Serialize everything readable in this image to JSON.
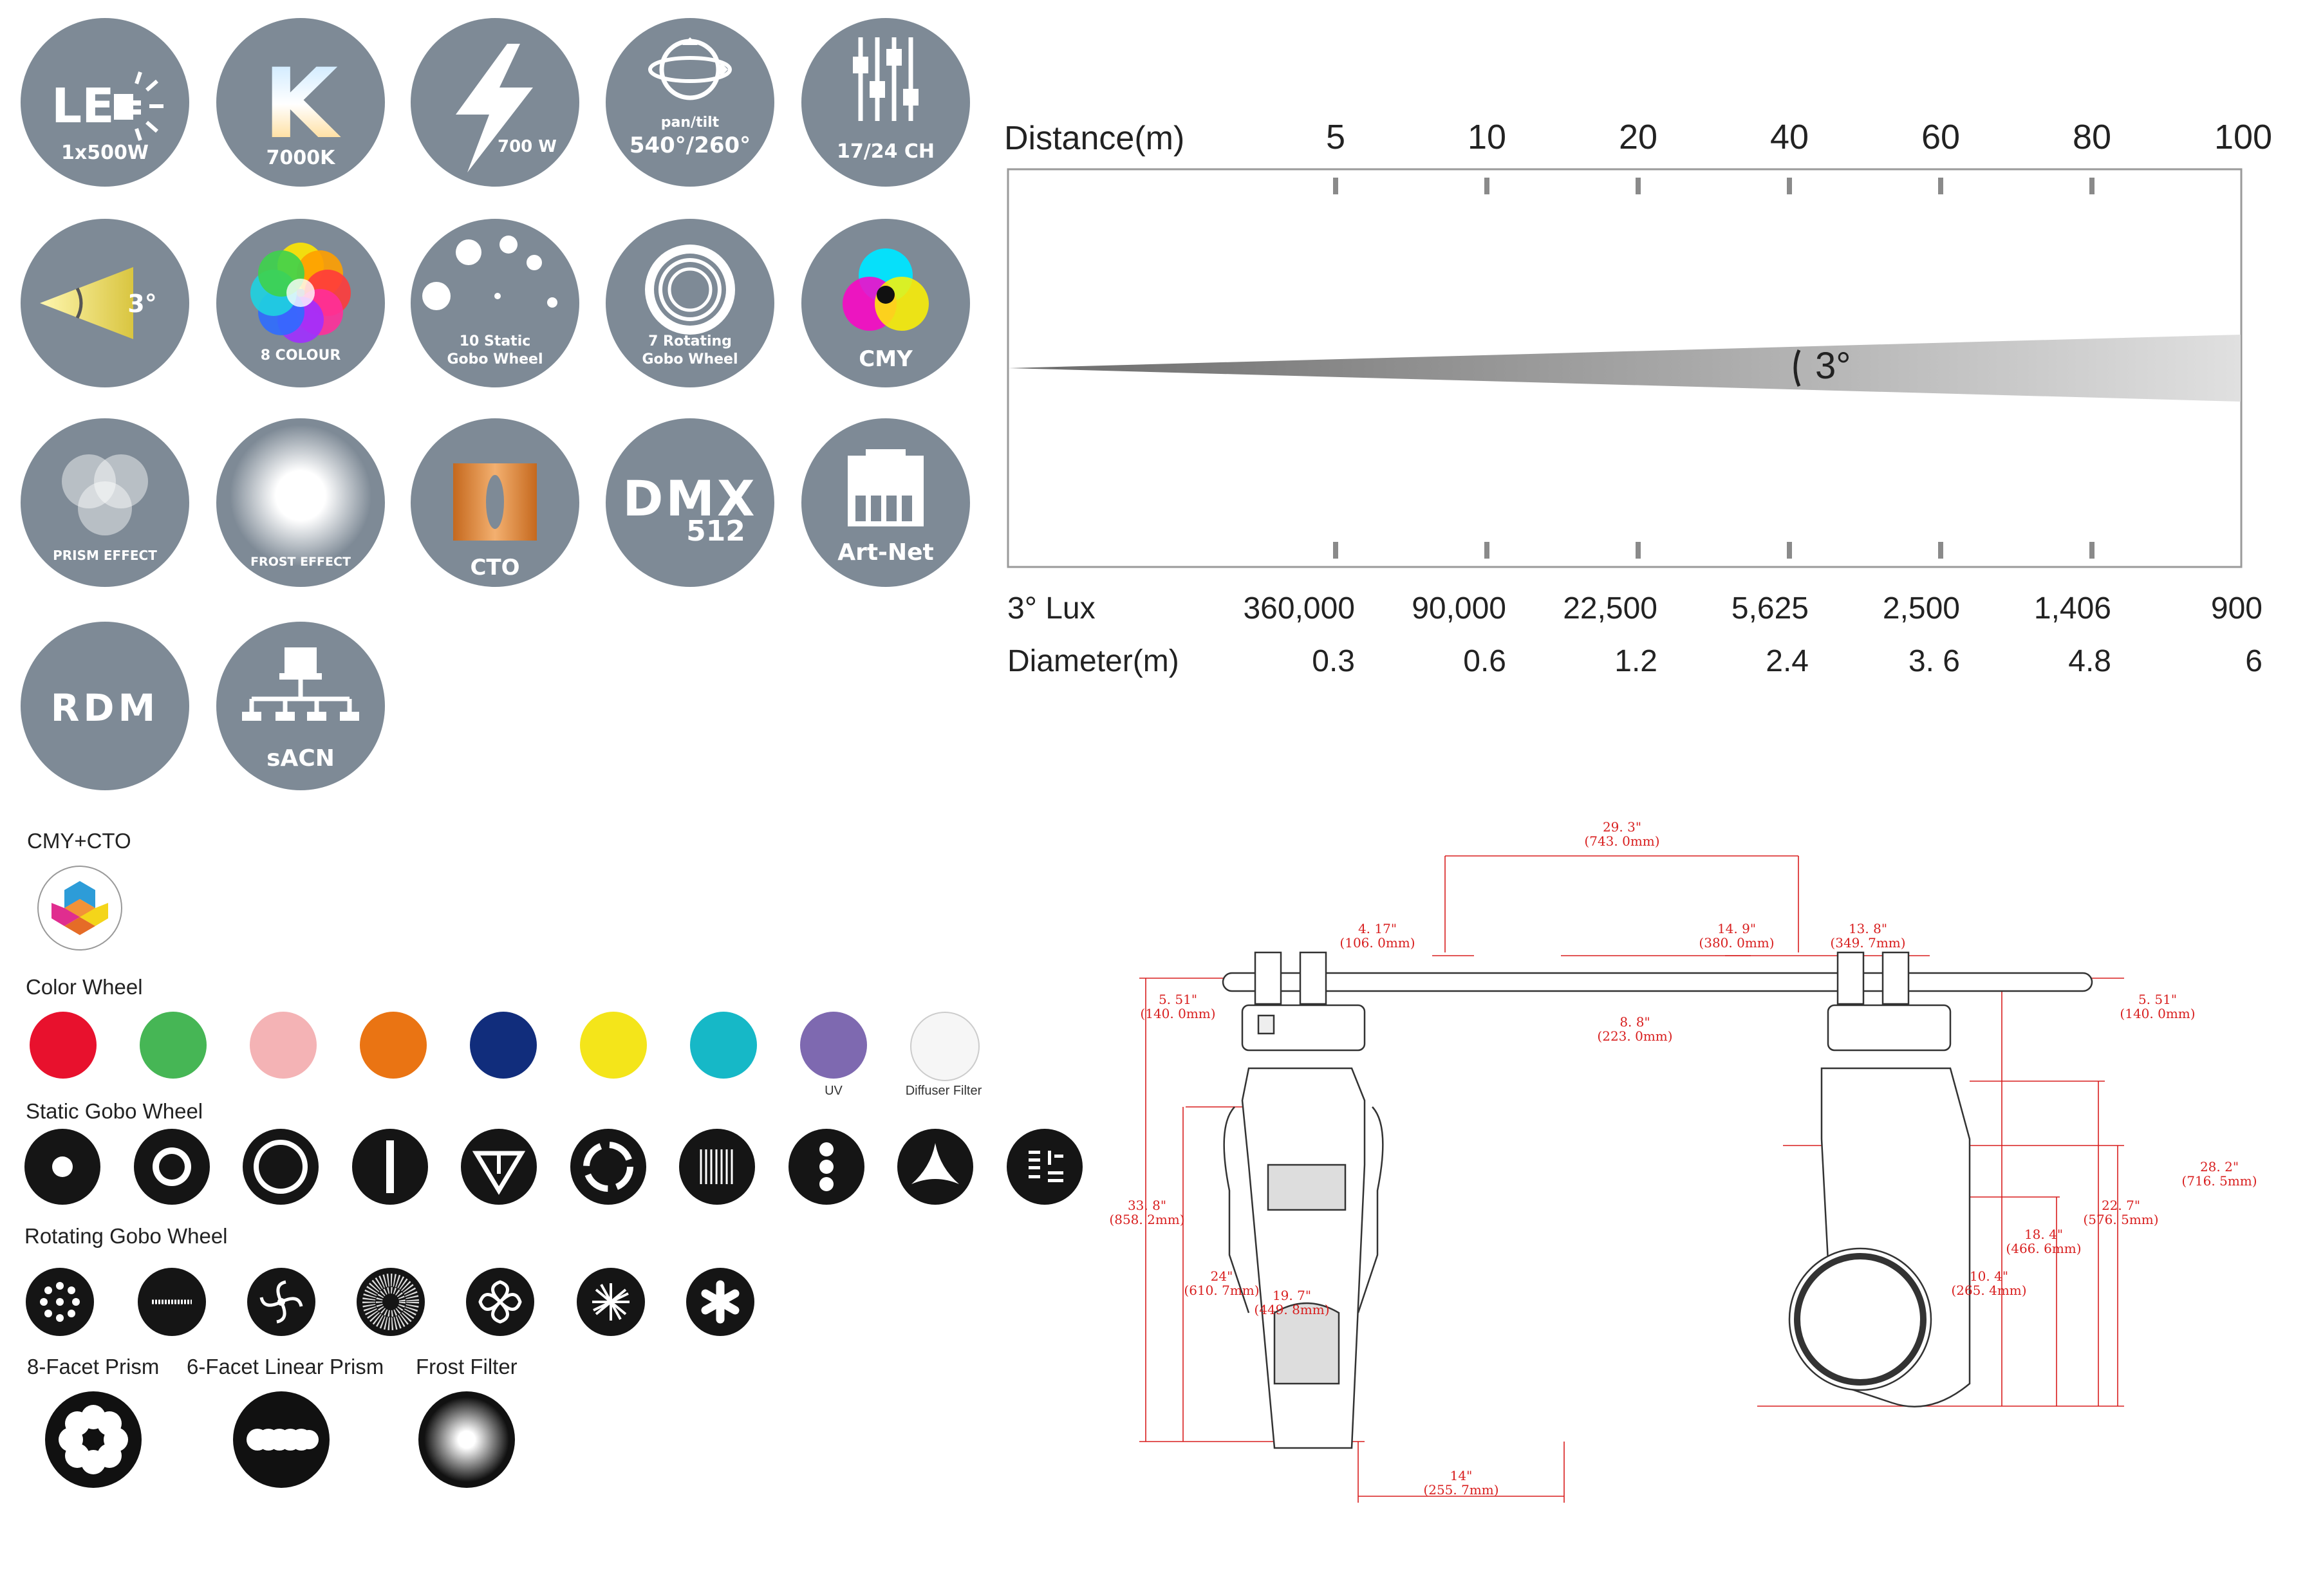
{
  "feature_icons": [
    {
      "label": "1x500W",
      "icon": "led-icon",
      "main_text": "LE"
    },
    {
      "label": "7000K",
      "icon": "color-temperature-icon",
      "main_text": "K"
    },
    {
      "label": "700 W",
      "icon": "power-bolt-icon"
    },
    {
      "label_line1": "pan/tilt",
      "label": "540°/260°",
      "icon": "pan-tilt-icon"
    },
    {
      "label": "17/24 CH",
      "icon": "channel-sliders-icon"
    },
    {
      "label": "3°",
      "icon": "beam-angle-icon"
    },
    {
      "label": "8 COLOUR",
      "icon": "color-wheel-icon"
    },
    {
      "label_line1": "10 Static",
      "label": "Gobo Wheel",
      "icon": "static-gobo-icon"
    },
    {
      "label_line1": "7 Rotating",
      "label": "Gobo Wheel",
      "icon": "rotating-gobo-icon"
    },
    {
      "label": "CMY",
      "icon": "cmy-icon"
    },
    {
      "label": "PRISM EFFECT",
      "icon": "prism-icon"
    },
    {
      "label": "FROST EFFECT",
      "icon": "frost-icon"
    },
    {
      "label": "CTO",
      "icon": "cto-icon"
    },
    {
      "label_line1": "DMX",
      "label": "512",
      "icon": "dmx-icon"
    },
    {
      "label": "Art-Net",
      "icon": "art-net-icon"
    },
    {
      "label": "RDM",
      "icon": "rdm-icon"
    },
    {
      "label": "sACN",
      "icon": "sacn-network-icon"
    }
  ],
  "distance_chart": {
    "header_label": "Distance(m)",
    "distances": [
      "5",
      "10",
      "20",
      "40",
      "60",
      "80",
      "100"
    ],
    "beam_label": "3°",
    "lux_label": "3° Lux",
    "lux": [
      "360,000",
      "90,000",
      "22,500",
      "5,625",
      "2,500",
      "1,406",
      "900"
    ],
    "diameter_label": "Diameter(m)",
    "diameters": [
      "0.3",
      "0.6",
      "1.2",
      "2.4",
      "3. 6",
      "4.8",
      "6"
    ]
  },
  "cmy_cto": {
    "title": "CMY+CTO"
  },
  "color_wheel": {
    "title": "Color Wheel",
    "colors": [
      {
        "hex": "#e8112d",
        "label": ""
      },
      {
        "hex": "#46b655",
        "label": ""
      },
      {
        "hex": "#f4b3b5",
        "label": ""
      },
      {
        "hex": "#ea7413",
        "label": ""
      },
      {
        "hex": "#112d7c",
        "label": ""
      },
      {
        "hex": "#f4e51a",
        "label": ""
      },
      {
        "hex": "#16b8c7",
        "label": ""
      },
      {
        "hex": "#7e69b0",
        "label": "UV"
      },
      {
        "hex": "#f6f6f6",
        "label": "Diffuser Filter"
      }
    ]
  },
  "static_gobo": {
    "title": "Static Gobo Wheel",
    "count": 10
  },
  "rotating_gobo": {
    "title": "Rotating Gobo Wheel",
    "count": 7
  },
  "effects": [
    {
      "label": "8-Facet Prism"
    },
    {
      "label": "6-Facet Linear Prism"
    },
    {
      "label": "Frost Filter"
    }
  ],
  "dimensions": {
    "overall_width": {
      "in": "29. 3\"",
      "mm": "(743. 0mm)"
    },
    "yoke_clamp": {
      "in": "4. 17\"",
      "mm": "(106. 0mm)"
    },
    "side_width": {
      "in": "14. 9\"",
      "mm": "(380. 0mm)"
    },
    "clamp_spacing": {
      "in": "13. 8\"",
      "mm": "(349. 7mm)"
    },
    "clamp_offset": {
      "in": "8. 8\"",
      "mm": "(223. 0mm)"
    },
    "left_bar_height": {
      "in": "5. 51\"",
      "mm": "(140. 0mm)"
    },
    "right_bar_height": {
      "in": "5. 51\"",
      "mm": "(140. 0mm)"
    },
    "total_height": {
      "in": "33. 8\"",
      "mm": "(858. 2mm)"
    },
    "body_height": {
      "in": "24\"",
      "mm": "(610. 7mm)"
    },
    "head_height": {
      "in": "19. 7\"",
      "mm": "(449. 8mm)"
    },
    "base_width": {
      "in": "14\"",
      "mm": "(255. 7mm)"
    },
    "side_height_a": {
      "in": "18. 4\"",
      "mm": "(466. 6mm)"
    },
    "side_height_b": {
      "in": "10. 4\"",
      "mm": "(265. 4mm)"
    },
    "side_height_c": {
      "in": "22. 7\"",
      "mm": "(576. 5mm)"
    },
    "side_total": {
      "in": "28. 2\"",
      "mm": "(716. 5mm)"
    }
  }
}
